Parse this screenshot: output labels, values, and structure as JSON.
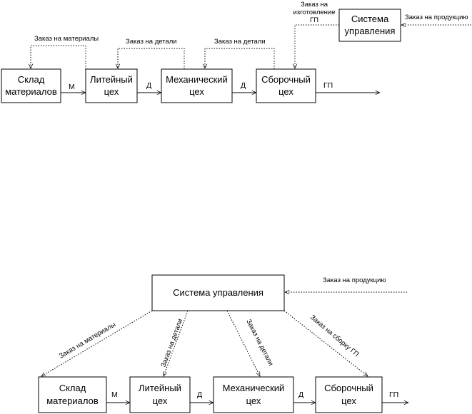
{
  "diagram1": {
    "boxes": {
      "warehouse": [
        "Склад",
        "материалов"
      ],
      "foundry": [
        "Литейный",
        "цех"
      ],
      "mechanical": [
        "Механический",
        "цех"
      ],
      "assembly": [
        "Сборочный",
        "цех"
      ],
      "control": [
        "Система",
        "управления"
      ]
    },
    "flows": {
      "m": "М",
      "d1": "Д",
      "d2": "Д",
      "gp": "ГП"
    },
    "orders": {
      "materials": "Заказ на материалы",
      "parts1": "Заказ на детали",
      "parts2": "Заказ на детали",
      "production": "Заказ на продукцию",
      "manufacture": [
        "Заказ на",
        "изготовление",
        "ГП"
      ]
    }
  },
  "diagram2": {
    "boxes": {
      "control": "Система управления",
      "warehouse": [
        "Склад",
        "материалов"
      ],
      "foundry": [
        "Литейный",
        "цех"
      ],
      "mechanical": [
        "Механический",
        "цех"
      ],
      "assembly": [
        "Сборочный",
        "цех"
      ]
    },
    "flows": {
      "m": "М",
      "d1": "Д",
      "d2": "Д",
      "gp": "ГП"
    },
    "orders": {
      "production": "Заказ на продукцию",
      "materials": "Заказ на материалы",
      "parts1": "Заказ на детали",
      "parts2": "Заказ на детали",
      "assembly": "Заказ на сборку ГП"
    }
  }
}
